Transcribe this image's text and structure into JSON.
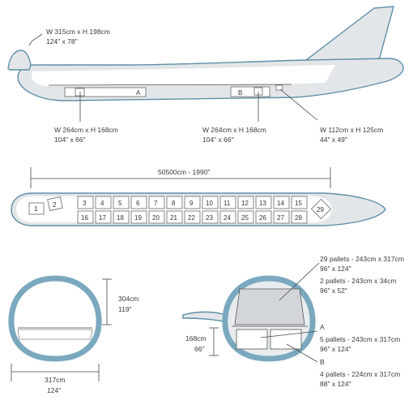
{
  "side_view": {
    "nose_door": {
      "line1": "W 315cm x H 198cm",
      "line2": "124\" x 78\""
    },
    "door_a": {
      "letter": "A",
      "line1": "W 264cm x H 168cm",
      "line2": "104\" x 66\""
    },
    "door_b": {
      "letter": "B",
      "line1": "W 264cm x H 168cm",
      "line2": "104\" x 66\""
    },
    "door_small": {
      "line1": "W 112cm x H 125cm",
      "line2": "44\" x 49\""
    }
  },
  "top_view": {
    "length_label": "50500cm - 1990\"",
    "small_positions": [
      "1",
      "2"
    ],
    "upper_row": [
      "3",
      "4",
      "5",
      "6",
      "7",
      "8",
      "9",
      "10",
      "11",
      "12",
      "13",
      "14",
      "15"
    ],
    "lower_row": [
      "16",
      "17",
      "18",
      "19",
      "20",
      "21",
      "22",
      "23",
      "24",
      "25",
      "26",
      "27",
      "28"
    ],
    "tail_position": "29"
  },
  "cross_section_left": {
    "height_label": "304cm",
    "height_label2": "119\"",
    "width_label": "317cm",
    "width_label2": "124\""
  },
  "cross_section_right": {
    "hold_height": "168cm",
    "hold_height2": "66\"",
    "main_deck": {
      "line1": "29 pallets - 243cm x 317cm",
      "line2": "96\" x 124\""
    },
    "alt_main": {
      "line1": "2 pallets - 243cm x 34cm",
      "line2": "96\" x 52\""
    },
    "hold_a": {
      "letter": "A",
      "line1": "5 pallets - 243cm x 317cm",
      "line2": "96\" x 124\""
    },
    "hold_b": {
      "letter": "B",
      "line1": "4 pallets - 224cm x 317cm",
      "line2": "88\" x 124\""
    }
  }
}
